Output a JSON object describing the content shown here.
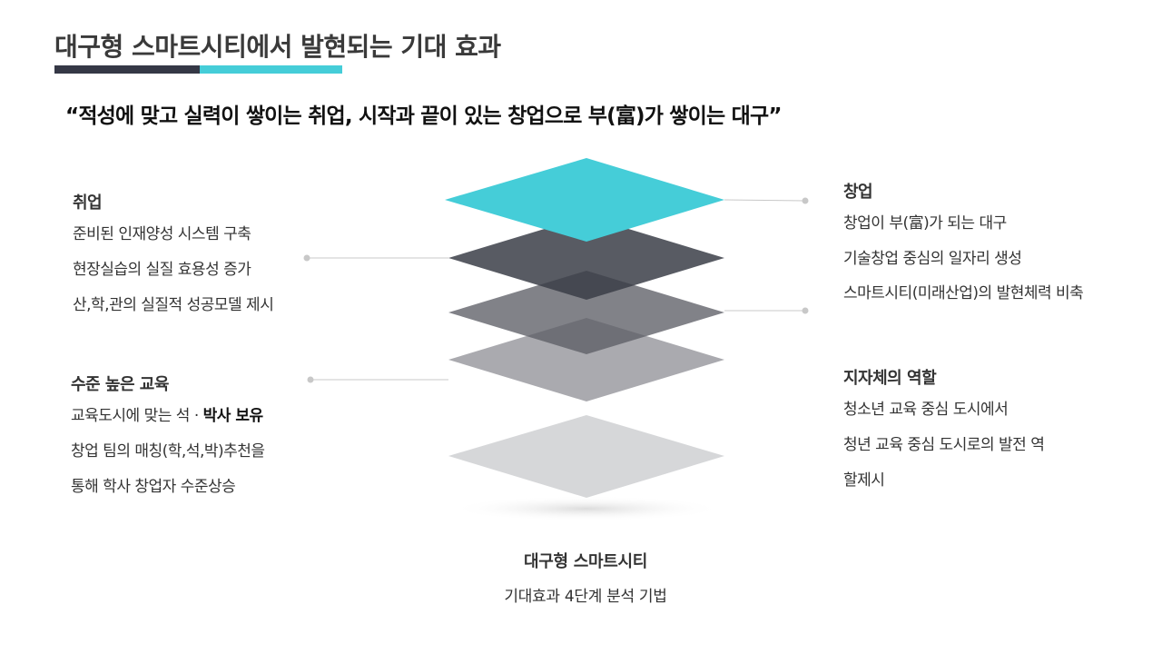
{
  "title": "대구형 스마트시티에서 발현되는 기대 효과",
  "quote": "“적성에 맞고 실력이 쌓이는 취업, 시작과 끝이 있는 창업으로 부(富)가 쌓이는 대구”",
  "colors": {
    "accent_cyan": "#45cdd8",
    "accent_dark": "#353846",
    "layer_top": "#45cdd8",
    "layer_2": "#4a4d57",
    "layer_3": "#7c7d84",
    "layer_4": "#a9aaae",
    "layer_base": "#d6d7d9"
  },
  "left_top": {
    "heading": "취업",
    "lines": [
      "준비된 인재양성 시스템 구축",
      "현장실습의 실질 효용성 증가",
      "산,학,관의 실질적 성공모델 제시"
    ]
  },
  "left_bottom": {
    "heading": "수준 높은 교육",
    "line1_regular": "교육도시에 맞는 석 · ",
    "line1_bold": "박사 보유",
    "line2": "창업 팀의 매칭(학,석,박)추천을",
    "line3": "통해 학사 창업자 수준상승"
  },
  "right_top": {
    "heading": "창업",
    "lines": [
      "창업이 부(富)가 되는 대구",
      "기술창업 중심의 일자리 생성",
      "스마트시티(미래산업)의 발현체력 비축"
    ]
  },
  "right_bottom": {
    "heading": "지자체의 역할",
    "lines": [
      "청소년 교육 중심 도시에서",
      "청년 교육 중심 도시로의 발전 역",
      "할제시"
    ]
  },
  "bottom": {
    "title": "대구형 스마트시티",
    "subtitle": "기대효과 4단계 분석 기법"
  }
}
